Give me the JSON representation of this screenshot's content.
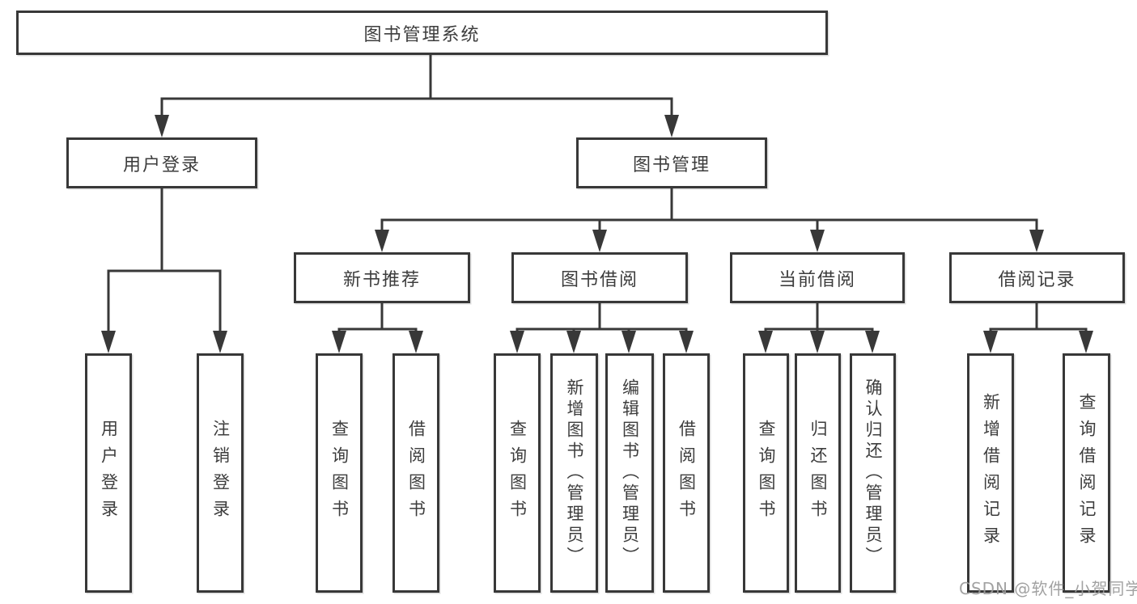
{
  "watermark": "CSDN @软件_小贺同学",
  "colors": {
    "line": "#383838",
    "box_border": "#383838",
    "box_fill": "#ffffff",
    "text": "#3d3d3d",
    "watermark_text": "#9a9a9a",
    "background": "#ffffff"
  },
  "diagram": {
    "root": "图书管理系统",
    "level2": [
      "用户登录",
      "图书管理"
    ],
    "level3": [
      "新书推荐",
      "图书借阅",
      "当前借阅",
      "借阅记录"
    ],
    "leaves": {
      "login": [
        "用户登录",
        "注销登录"
      ],
      "recommend": [
        "查询图书",
        "借阅图书"
      ],
      "borrow": [
        "查询图书",
        "新增图书（管理员）",
        "编辑图书（管理员）",
        "借阅图书"
      ],
      "current": [
        "查询图书",
        "归还图书",
        "确认归还（管理员）"
      ],
      "records": [
        "新增借阅记录",
        "查询借阅记录"
      ]
    }
  }
}
